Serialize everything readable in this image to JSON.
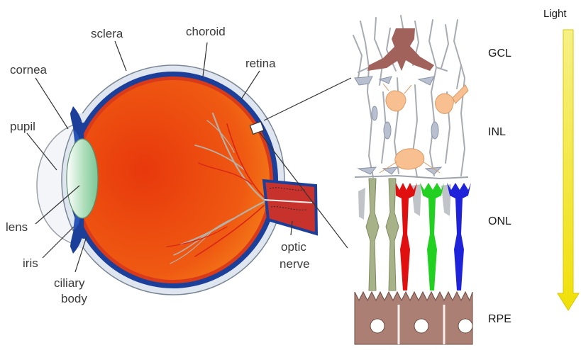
{
  "eye_labels": {
    "sclera": "sclera",
    "choroid": "choroid",
    "retina": "retina",
    "cornea": "cornea",
    "pupil": "pupil",
    "lens": "lens",
    "iris": "iris",
    "ciliary_line1": "ciliary",
    "ciliary_line2": "body",
    "optic_line1": "optic",
    "optic_line2": "nerve"
  },
  "retina_layers": [
    "GCL",
    "INL",
    "ONL",
    "RPE"
  ],
  "light_label": "Light",
  "colors": {
    "eyeball": "#ee6414",
    "choroid": "#1c3f9a",
    "sclera": "#dfe6f0",
    "lens": "#9fd6b0",
    "nerve": "#c8322c",
    "cone_red": "#e01010",
    "cone_green": "#22d022",
    "cone_blue": "#1e22d8",
    "light_arrow": "#f2ea10",
    "rpe": "#ab7f74"
  }
}
